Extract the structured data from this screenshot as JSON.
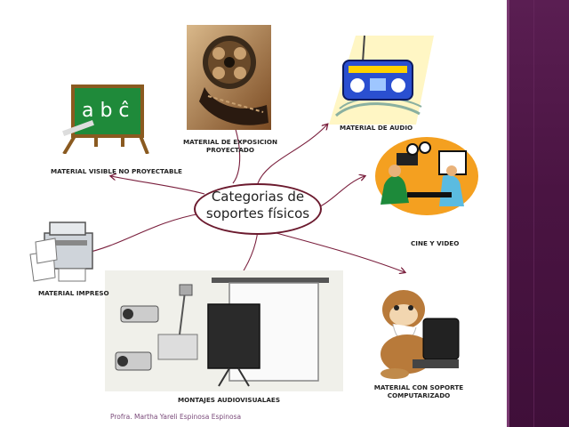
{
  "center": {
    "line1": "Categorias de",
    "line2": "soportes físicos"
  },
  "nodes": {
    "visible": "MATERIAL VISIBLE NO PROYECTABLE",
    "exposicion_1": "MATERIAL DE EXPOSICION",
    "exposicion_2": "PROYECTADO",
    "audio": "MATERIAL DE AUDIO",
    "cine": "CINE Y VIDEO",
    "impreso": "MATERIAL IMPRESO",
    "audiovisuales": "MONTAJES AUDIOVISUALAES",
    "computarizado_1": "MATERIAL CON SOPORTE",
    "computarizado_2": "COMPUTARIZADO"
  },
  "blackboard": {
    "letters": "a b ĉ"
  },
  "footer": "Profra. Martha Yareli Espinosa Espinosa",
  "colors": {
    "connector": "#7a1f3d",
    "side_band": "#4a1442",
    "center_border": "#6b1a2e"
  }
}
